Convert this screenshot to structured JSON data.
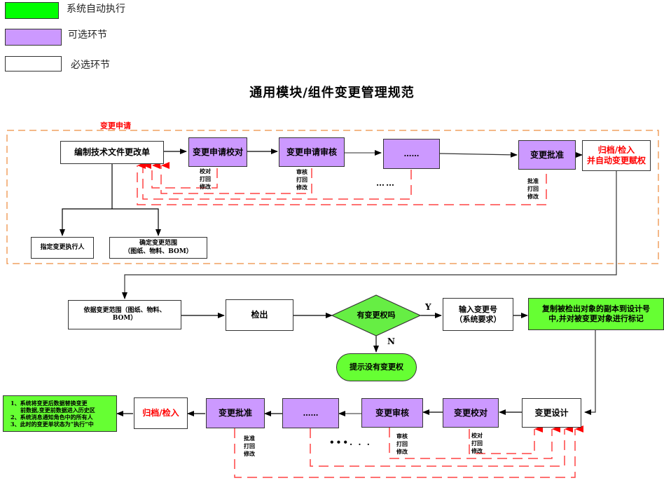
{
  "legend": [
    {
      "label": "系统自动执行",
      "color": "#00ff00"
    },
    {
      "label": "可选环节",
      "color": "#cc99ff"
    },
    {
      "label": "必选环节",
      "color": "#ffffff"
    }
  ],
  "title": "通用模块/组件变更管理规范",
  "section": {
    "label": "变更申请"
  },
  "colors": {
    "optional": "#cc99ff",
    "auto": "#66ff33",
    "required": "#ffffff",
    "return_line": "#ff0000",
    "section_border": "#f0a060"
  },
  "top_row": {
    "edit_form": "编制技术文件更改单",
    "apply_check": "变更申请校对",
    "apply_review": "变更申请审核",
    "more": "……",
    "approve": "变更批准",
    "archive_line1": "归档/检入",
    "archive_line2": "并自动变更赋权",
    "assign_executor": "指定变更执行人",
    "scope_line1": "确定变更范围",
    "scope_line2": "（图纸、物料、BOM）",
    "note_check": [
      "校对",
      "打回",
      "修改"
    ],
    "note_review": [
      "审核",
      "打回",
      "修改"
    ],
    "note_approve": [
      "批准",
      "打回",
      "修改"
    ],
    "dots": "……"
  },
  "middle_row": {
    "by_scope_line1": "依据变更范围（图纸、物料、",
    "by_scope_line2": "BOM）",
    "checkout": "检出",
    "decision": "有变更权吗",
    "yes": "Y",
    "no": "N",
    "no_permission": "提示没有变更权",
    "input_no_line1": "输入变更号",
    "input_no_line2": "（系统要求）",
    "copy_line1": "复制被检出对象的副本到设计号",
    "copy_line2": "中,并对被变更对象进行标记"
  },
  "bottom_row": {
    "result_lines": [
      "1、系统将变更后数据替换变更",
      "前数据,变更前数据进入历史区",
      "2、系统消息通知角色中的所有人",
      "3、此时的变更单状态为“执行”中"
    ],
    "archive": "归档/检入",
    "approve": "变更批准",
    "more": "……",
    "review": "变更审核",
    "check": "变更校对",
    "design": "变更设计",
    "note_approve": [
      "批准",
      "打回",
      "修改"
    ],
    "note_review": [
      "审核",
      "打回",
      "修改"
    ],
    "note_check": [
      "校对",
      "打回",
      "修改"
    ],
    "dots": "•••. . ."
  }
}
